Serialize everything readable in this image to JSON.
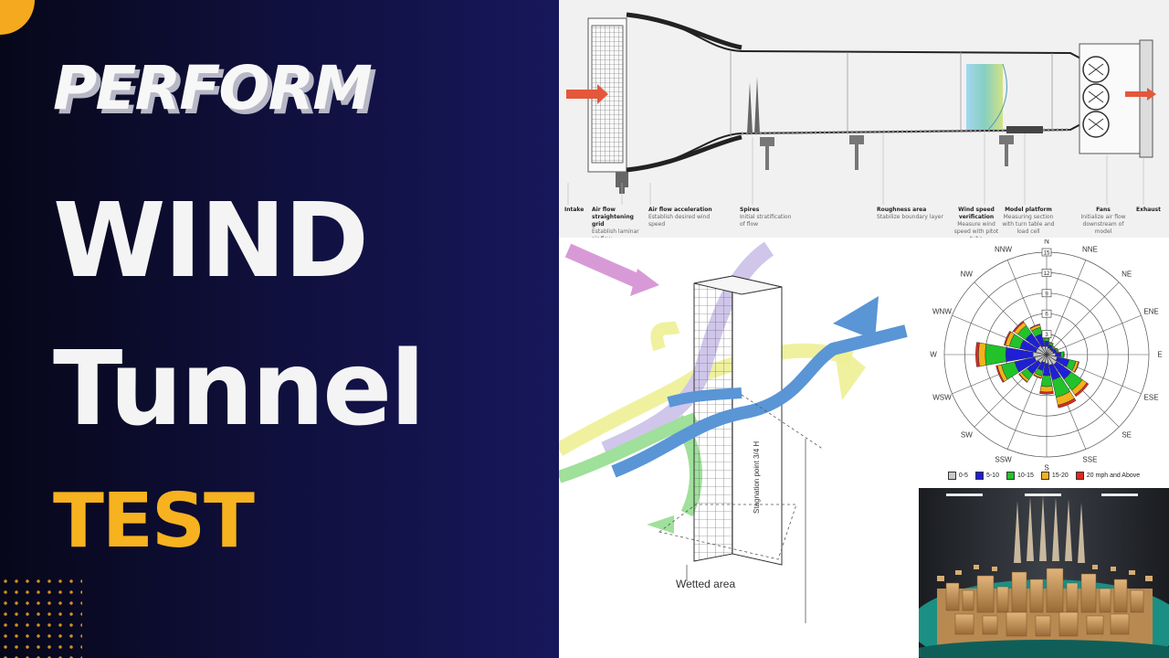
{
  "title": {
    "line1": "PERFORM",
    "line2": "WIND",
    "line3": "Tunnel",
    "line4": "TEST"
  },
  "colors": {
    "accent": "#f5a91e",
    "title_white": "#f4f4f4",
    "bg_dark": "#0f0f3a"
  },
  "tunnel": {
    "labels": [
      {
        "title": "Intake",
        "desc": ""
      },
      {
        "title": "Air flow straightening grid",
        "desc": "Establish laminar air flow"
      },
      {
        "title": "Air flow acceleration",
        "desc": "Establish desired wind speed"
      },
      {
        "title": "Spires",
        "desc": "Initial stratification of flow"
      },
      {
        "title": "Roughness area",
        "desc": "Stabilize boundary layer"
      },
      {
        "title": "Wind speed verification",
        "desc": "Measure wind speed with pitot tube"
      },
      {
        "title": "Model platform",
        "desc": "Measuring section with turn table and load cell"
      },
      {
        "title": "Fans",
        "desc": "Initialize air flow downstream of model"
      },
      {
        "title": "Exhaust",
        "desc": ""
      }
    ]
  },
  "flow_diagram": {
    "wetted_area": "Wetted area",
    "stagnation": "Stagnation point 3/4 H"
  },
  "wind_rose": {
    "directions": [
      "N",
      "NNE",
      "NE",
      "ENE",
      "E",
      "ESE",
      "SE",
      "SSE",
      "S",
      "SSW",
      "SW",
      "WSW",
      "W",
      "WNW",
      "NW",
      "NNW"
    ],
    "ring_labels": [
      "3",
      "6",
      "9",
      "12",
      "15"
    ],
    "legend": [
      {
        "label": "0-5",
        "color": "#c8c8c8"
      },
      {
        "label": "5-10",
        "color": "#1f1fd6"
      },
      {
        "label": "10-15",
        "color": "#22c22a"
      },
      {
        "label": "15-20",
        "color": "#f2b21a"
      },
      {
        "label": "20 mph and Above",
        "color": "#e0281f"
      }
    ],
    "sectors": [
      {
        "dir": "N",
        "bands": [
          1.2,
          0.8,
          0.4,
          0.2,
          0.1
        ]
      },
      {
        "dir": "NNE",
        "bands": [
          1.0,
          0.5,
          0.3,
          0.1,
          0.0
        ]
      },
      {
        "dir": "NE",
        "bands": [
          0.9,
          0.4,
          0.2,
          0.1,
          0.0
        ]
      },
      {
        "dir": "ENE",
        "bands": [
          1.0,
          0.5,
          0.2,
          0.1,
          0.0
        ]
      },
      {
        "dir": "E",
        "bands": [
          1.3,
          0.8,
          0.4,
          0.1,
          0.0
        ]
      },
      {
        "dir": "ESE",
        "bands": [
          1.6,
          1.8,
          1.0,
          0.4,
          0.1
        ]
      },
      {
        "dir": "SE",
        "bands": [
          1.8,
          2.6,
          2.0,
          0.8,
          0.3
        ]
      },
      {
        "dir": "SSE",
        "bands": [
          1.6,
          2.2,
          2.6,
          1.2,
          0.4
        ]
      },
      {
        "dir": "S",
        "bands": [
          1.3,
          1.8,
          1.6,
          0.8,
          0.3
        ]
      },
      {
        "dir": "SSW",
        "bands": [
          1.2,
          1.2,
          0.8,
          0.3,
          0.1
        ]
      },
      {
        "dir": "SW",
        "bands": [
          1.5,
          2.0,
          1.0,
          0.4,
          0.1
        ]
      },
      {
        "dir": "WSW",
        "bands": [
          1.8,
          3.0,
          2.0,
          0.6,
          0.2
        ]
      },
      {
        "dir": "W",
        "bands": [
          2.0,
          4.0,
          3.0,
          1.0,
          0.4
        ]
      },
      {
        "dir": "WNW",
        "bands": [
          1.6,
          2.4,
          1.6,
          0.6,
          0.2
        ]
      },
      {
        "dir": "NW",
        "bands": [
          1.6,
          2.2,
          1.4,
          0.6,
          0.2
        ]
      },
      {
        "dir": "NNW",
        "bands": [
          1.3,
          1.8,
          1.0,
          0.4,
          0.1
        ]
      }
    ]
  }
}
